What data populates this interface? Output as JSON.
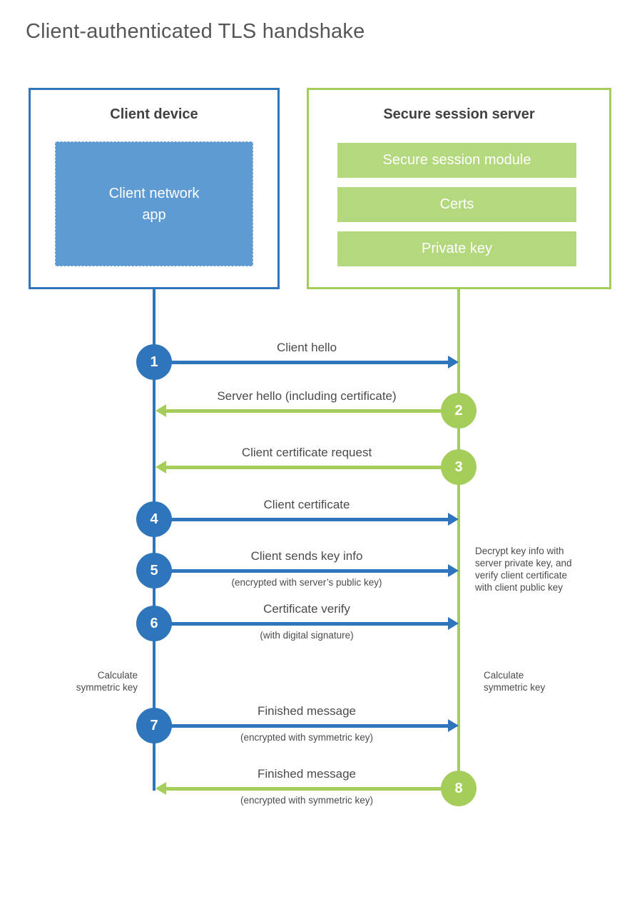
{
  "title": "Client-authenticated TLS handshake",
  "colors": {
    "blue": "#2e75bb",
    "blue_fill": "#5e9bd3",
    "green": "#a4cd5a",
    "green_fill": "#b4d87d"
  },
  "client": {
    "title": "Client device",
    "app_label": "Client network app"
  },
  "server": {
    "title": "Secure session server",
    "modules": [
      "Secure session module",
      "Certs",
      "Private key"
    ]
  },
  "steps": [
    {
      "num": "1",
      "label": "Client hello",
      "sublabel": "",
      "color": "blue",
      "direction": "right"
    },
    {
      "num": "2",
      "label": "Server hello (including certificate)",
      "sublabel": "",
      "color": "green",
      "direction": "left"
    },
    {
      "num": "3",
      "label": "Client certificate request",
      "sublabel": "",
      "color": "green",
      "direction": "left"
    },
    {
      "num": "4",
      "label": "Client certificate",
      "sublabel": "",
      "color": "blue",
      "direction": "right"
    },
    {
      "num": "5",
      "label": "Client sends key info",
      "sublabel": "(encrypted with server’s public key)",
      "color": "blue",
      "direction": "right"
    },
    {
      "num": "6",
      "label": "Certificate verify",
      "sublabel": "(with digital signature)",
      "color": "blue",
      "direction": "right"
    },
    {
      "num": "7",
      "label": "Finished message",
      "sublabel": "(encrypted with symmetric key)",
      "color": "blue",
      "direction": "right"
    },
    {
      "num": "8",
      "label": "Finished message",
      "sublabel": "(encrypted with symmetric key)",
      "color": "green",
      "direction": "left"
    }
  ],
  "notes": {
    "decrypt": "Decrypt key info with server private key, and verify client certificate with client public key",
    "calculate_left": "Calculate symmetric key",
    "calculate_right": "Calculate symmetric key"
  }
}
